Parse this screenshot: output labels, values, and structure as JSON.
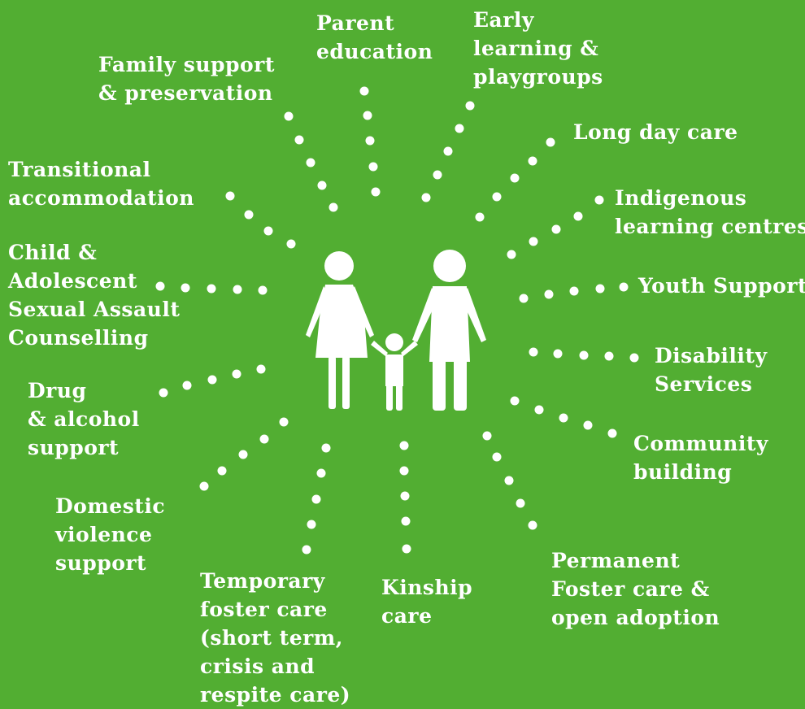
{
  "background_color": "#52ae32",
  "foreground_color": "#ffffff",
  "center_icon": "family-icon",
  "services": [
    {
      "id": "family-support",
      "lines": [
        "Family support",
        "& preservation"
      ]
    },
    {
      "id": "parent-education",
      "lines": [
        "Parent",
        "education"
      ]
    },
    {
      "id": "early-learning",
      "lines": [
        "Early",
        "learning &",
        "playgroups"
      ]
    },
    {
      "id": "long-day-care",
      "lines": [
        "Long day care"
      ]
    },
    {
      "id": "indigenous-learning",
      "lines": [
        "Indigenous",
        "learning centres"
      ]
    },
    {
      "id": "youth-support",
      "lines": [
        "Youth Support"
      ]
    },
    {
      "id": "disability-services",
      "lines": [
        "Disability",
        "Services"
      ]
    },
    {
      "id": "community-building",
      "lines": [
        "Community",
        "building"
      ]
    },
    {
      "id": "permanent-foster",
      "lines": [
        "Permanent",
        "Foster care &",
        "open adoption"
      ]
    },
    {
      "id": "kinship-care",
      "lines": [
        "Kinship",
        "care"
      ]
    },
    {
      "id": "temporary-foster",
      "lines": [
        "Temporary",
        "foster care",
        "(short term,",
        "crisis and",
        "respite care)"
      ]
    },
    {
      "id": "domestic-violence",
      "lines": [
        "Domestic",
        "violence",
        "support"
      ]
    },
    {
      "id": "drug-alcohol",
      "lines": [
        "Drug",
        "& alcohol",
        "support"
      ]
    },
    {
      "id": "child-adolescent",
      "lines": [
        "Child &",
        "Adolescent",
        "Sexual Assault",
        "Counselling"
      ]
    },
    {
      "id": "transitional",
      "lines": [
        "Transitional",
        "accommodation"
      ]
    }
  ]
}
